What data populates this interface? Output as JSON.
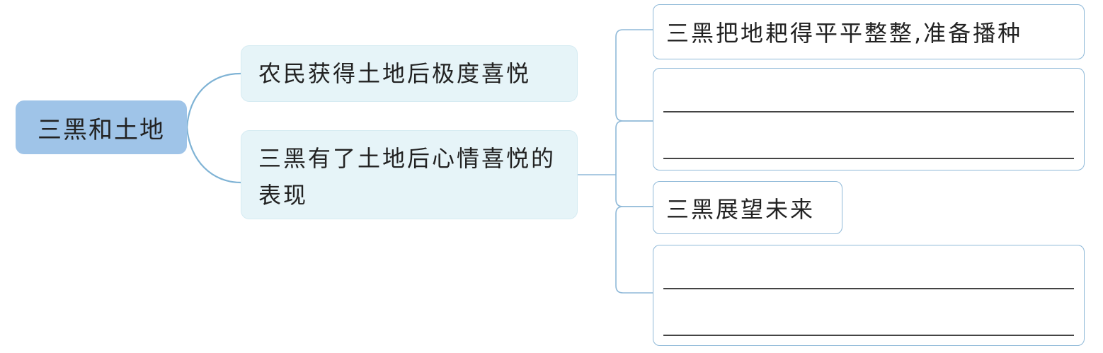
{
  "mindmap": {
    "root": {
      "label": "三黑和土地"
    },
    "branches": [
      {
        "label": "农民获得土地后极度喜悦"
      },
      {
        "label": "三黑有了土地后心情喜悦的表现",
        "children": [
          {
            "label": "三黑把地耙得平平整整,准备播种"
          },
          {
            "label": ""
          },
          {
            "label": "三黑展望未来"
          },
          {
            "label": ""
          }
        ]
      }
    ]
  },
  "colors": {
    "root_fill": "#9fc4e8",
    "branch_fill": "#e6f4f8",
    "leaf_border": "#8fb9d8",
    "connector": "#7fb3d5"
  }
}
